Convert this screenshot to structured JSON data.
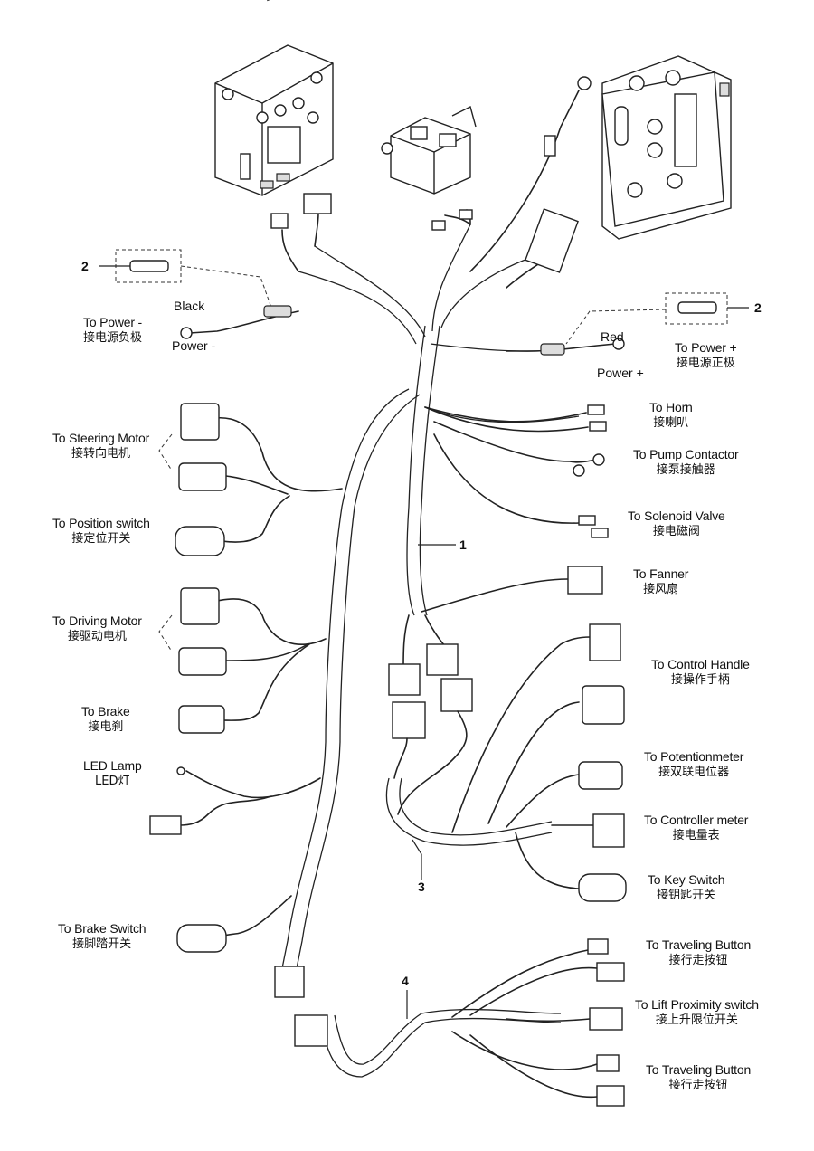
{
  "callouts": {
    "fuse_left": "2",
    "fuse_right": "2",
    "harness_main": "1",
    "harness_3": "3",
    "harness_4": "4"
  },
  "wire_labels": {
    "black": "Black",
    "power_minus": "Power -",
    "red": "Red",
    "power_plus": "Power +"
  },
  "left_labels": [
    {
      "en": "To Power -",
      "cn": "接电源负极"
    },
    {
      "en": "To Steering Motor",
      "cn": "接转向电机"
    },
    {
      "en": "To Position switch",
      "cn": "接定位开关"
    },
    {
      "en": "To Driving Motor",
      "cn": "接驱动电机"
    },
    {
      "en": "To  Brake",
      "cn": "接电刹"
    },
    {
      "en": "LED Lamp",
      "cn": "LED灯"
    },
    {
      "en": "To Brake Switch",
      "cn": "接脚踏开关"
    }
  ],
  "right_labels": [
    {
      "en": "To Power +",
      "cn": "接电源正极"
    },
    {
      "en": "To Horn",
      "cn": "接喇叭"
    },
    {
      "en": "To Pump Contactor",
      "cn": "接泵接触器"
    },
    {
      "en": "To Solenoid Valve",
      "cn": "接电磁阀"
    },
    {
      "en": "To Fanner",
      "cn": "接风扇"
    },
    {
      "en": "To Control Handle",
      "cn": "接操作手柄"
    },
    {
      "en": "To Potentionmeter",
      "cn": "接双联电位器"
    },
    {
      "en": "To Controller meter",
      "cn": "接电量表"
    },
    {
      "en": "To Key Switch",
      "cn": "接钥匙开关"
    },
    {
      "en": "To Traveling Button",
      "cn": "接行走按钮"
    },
    {
      "en": "To  Lift Proximity switch",
      "cn": "接上升限位开关"
    },
    {
      "en": "To Traveling Button",
      "cn": "接行走按钮"
    }
  ]
}
